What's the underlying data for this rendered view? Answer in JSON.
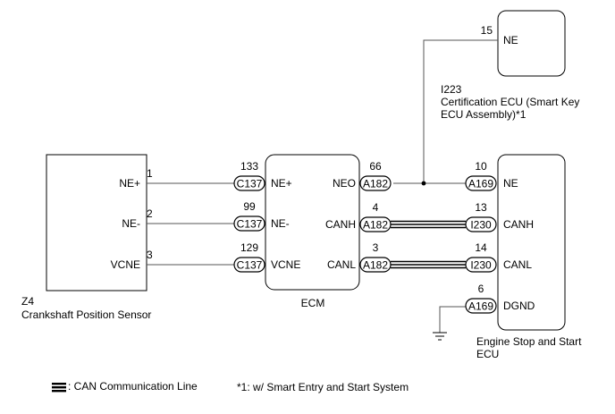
{
  "components": {
    "sensor": {
      "code": "Z4",
      "name": "Crankshaft Position Sensor",
      "pins": [
        "NE+",
        "NE-",
        "VCNE"
      ],
      "pin_numbers": [
        "1",
        "2",
        "3"
      ]
    },
    "ecm": {
      "name": "ECM",
      "left_pins": [
        "NE+",
        "NE-",
        "VCNE"
      ],
      "left_numbers": [
        "133",
        "99",
        "129"
      ],
      "left_connector": "C137",
      "right_pins": [
        "NEO",
        "CANH",
        "CANL"
      ],
      "right_numbers": [
        "66",
        "4",
        "3"
      ],
      "right_connector": "A182"
    },
    "cert": {
      "code": "I223",
      "name_line1": "Certification ECU (Smart Key",
      "name_line2": "ECU Assembly)*1",
      "pin": "NE",
      "pin_number": "15"
    },
    "stop_start": {
      "name_line1": "Engine Stop and Start",
      "name_line2": "ECU",
      "pins": [
        "NE",
        "CANH",
        "CANL",
        "DGND"
      ],
      "pin_numbers": [
        "10",
        "13",
        "14",
        "6"
      ],
      "connectors": [
        "A169",
        "I230",
        "I230",
        "A169"
      ]
    }
  },
  "legend": {
    "can_line": ": CAN Communication Line",
    "footnote": "*1: w/ Smart Entry and Start System"
  }
}
